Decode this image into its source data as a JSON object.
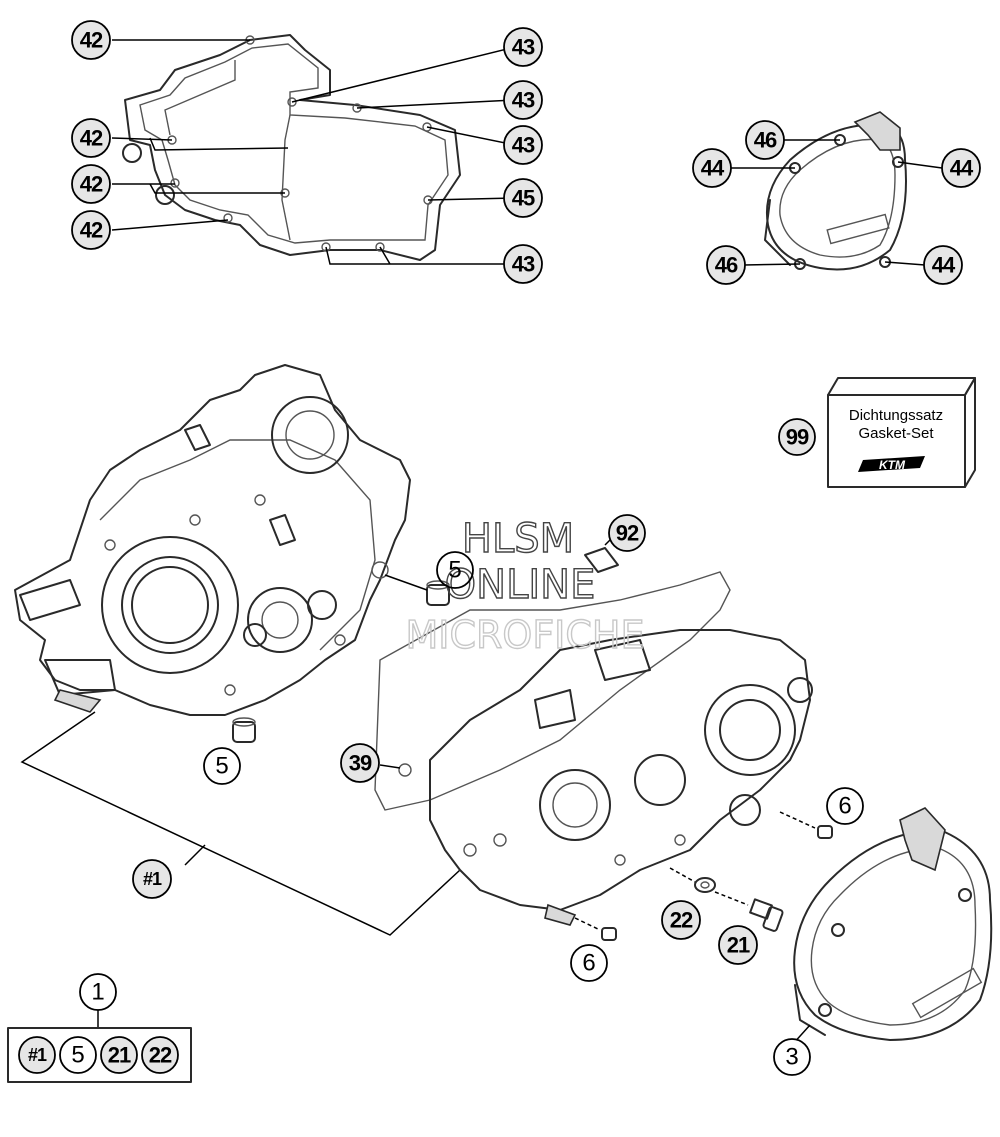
{
  "callouts": {
    "c42a": "42",
    "c42b": "42",
    "c42c": "42",
    "c42d": "42",
    "c43a": "43",
    "c43b": "43",
    "c43c": "43",
    "c43d": "43",
    "c45": "45",
    "c46a": "46",
    "c46b": "46",
    "c44a": "44",
    "c44b": "44",
    "c44c": "44",
    "c99": "99",
    "c92": "92",
    "c5a": "5",
    "c5b": "5",
    "c39": "39",
    "c6a": "6",
    "c6b": "6",
    "c22": "22",
    "c21": "21",
    "c3": "3",
    "c1": "1",
    "cset1": "#1"
  },
  "kit_contents": [
    "#1",
    "5",
    "21",
    "22"
  ],
  "gasket_set_box": {
    "line1": "Dichtungssatz",
    "line2": "Gasket-Set",
    "logo": "KTM"
  },
  "watermark": {
    "line1": "HLSM",
    "line2": "ONLINE",
    "line3": "MICROFICHE"
  }
}
